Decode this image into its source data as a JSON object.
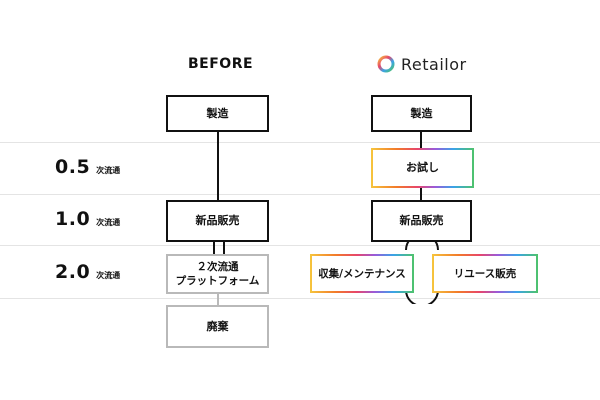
{
  "before": {
    "title": "BEFORE",
    "boxes": {
      "manufacturing": "製造",
      "new_sales": "新品販売",
      "platform_line1": "２次流通",
      "platform_line2": "プラットフォーム",
      "disposal": "廃棄"
    }
  },
  "retailor": {
    "logo_text": "Retailor",
    "boxes": {
      "manufacturing": "製造",
      "trial": "お試し",
      "new_sales": "新品販売",
      "collection": "収集/メンテナンス",
      "reuse_sales": "リユース販売"
    }
  },
  "tiers": [
    {
      "num": "0.5",
      "label": "次流通"
    },
    {
      "num": "1.0",
      "label": "次流通"
    },
    {
      "num": "2.0",
      "label": "次流通"
    }
  ]
}
